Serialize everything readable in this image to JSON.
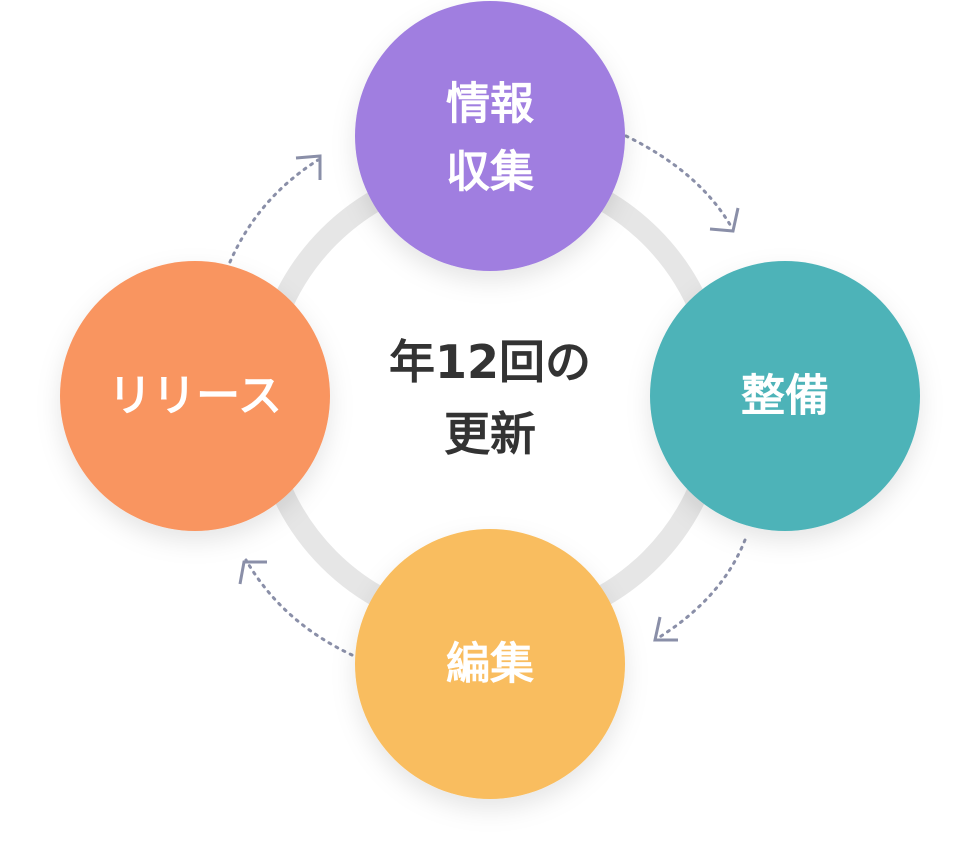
{
  "center": {
    "line1": "年12回の",
    "line2": "更新"
  },
  "nodes": [
    {
      "id": "collect",
      "lines": [
        "情報",
        "収集"
      ],
      "color": "#a07ee0"
    },
    {
      "id": "organize",
      "lines": [
        "整備"
      ],
      "color": "#4db3b8"
    },
    {
      "id": "edit",
      "lines": [
        "編集"
      ],
      "color": "#f9bd5e"
    },
    {
      "id": "release",
      "lines": [
        "リリース"
      ],
      "color": "#f99560"
    }
  ],
  "colors": {
    "ring": "#e6e6e6",
    "arrow": "#8a8fa8",
    "center_text": "#333333",
    "node_text": "#ffffff"
  }
}
